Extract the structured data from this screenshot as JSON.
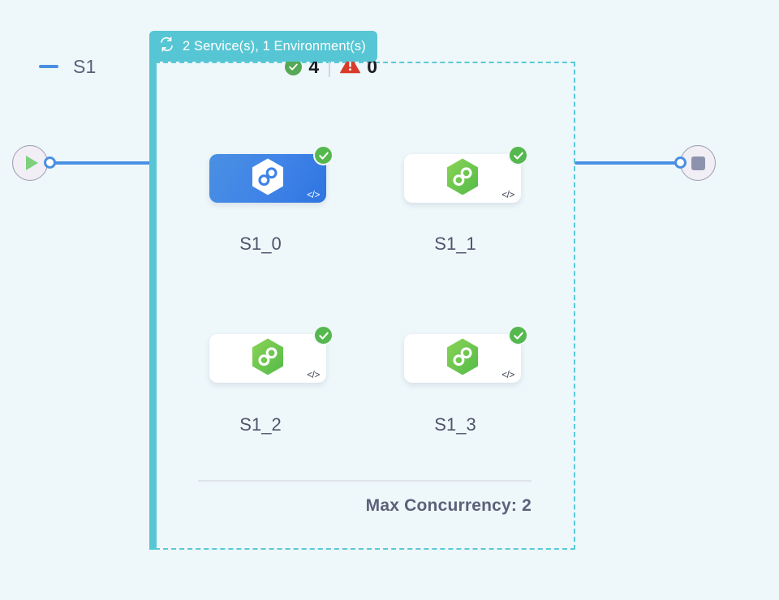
{
  "canvas": {
    "background_color": "#eef7fa"
  },
  "terminals": {
    "start": {
      "name": "start-node",
      "icon": "play-icon",
      "icon_color": "#7ed07e"
    },
    "end": {
      "name": "end-node",
      "icon": "stop-icon",
      "icon_color": "#8e93ad"
    }
  },
  "edges": {
    "color": "#4a90e2",
    "handle_fill": "#ffffff"
  },
  "group": {
    "header": {
      "icon": "loop-arrows-icon",
      "label": "2 Service(s), 1 Environment(s)",
      "background_color": "#57c6d4",
      "text_color": "#ffffff"
    },
    "border_color": "#5bc9d6",
    "title": "S1",
    "collapse_icon": "minus-icon",
    "collapse_icon_color": "#4a90e2",
    "status": {
      "success": {
        "icon": "check-circle-icon",
        "count": "4",
        "color": "#55a855"
      },
      "warning": {
        "icon": "warning-triangle-icon",
        "count": "0",
        "color": "#d93b2b"
      }
    },
    "footer": {
      "label": "Max Concurrency: 2"
    }
  },
  "nodes": [
    {
      "id": "S1_0",
      "label": "S1_0",
      "selected": true,
      "card_color": "#3f83e8",
      "service_icon": "hexagon-infinity-icon",
      "service_icon_color": "#ffffff",
      "status_badge": "check-circle-icon",
      "code_badge": "</>"
    },
    {
      "id": "S1_1",
      "label": "S1_1",
      "selected": false,
      "card_color": "#ffffff",
      "service_icon": "hexagon-infinity-icon",
      "service_icon_color": "#6cc24a",
      "status_badge": "check-circle-icon",
      "code_badge": "</>"
    },
    {
      "id": "S1_2",
      "label": "S1_2",
      "selected": false,
      "card_color": "#ffffff",
      "service_icon": "hexagon-infinity-icon",
      "service_icon_color": "#6cc24a",
      "status_badge": "check-circle-icon",
      "code_badge": "</>"
    },
    {
      "id": "S1_3",
      "label": "S1_3",
      "selected": false,
      "card_color": "#ffffff",
      "service_icon": "hexagon-infinity-icon",
      "service_icon_color": "#6cc24a",
      "status_badge": "check-circle-icon",
      "code_badge": "</>"
    }
  ]
}
